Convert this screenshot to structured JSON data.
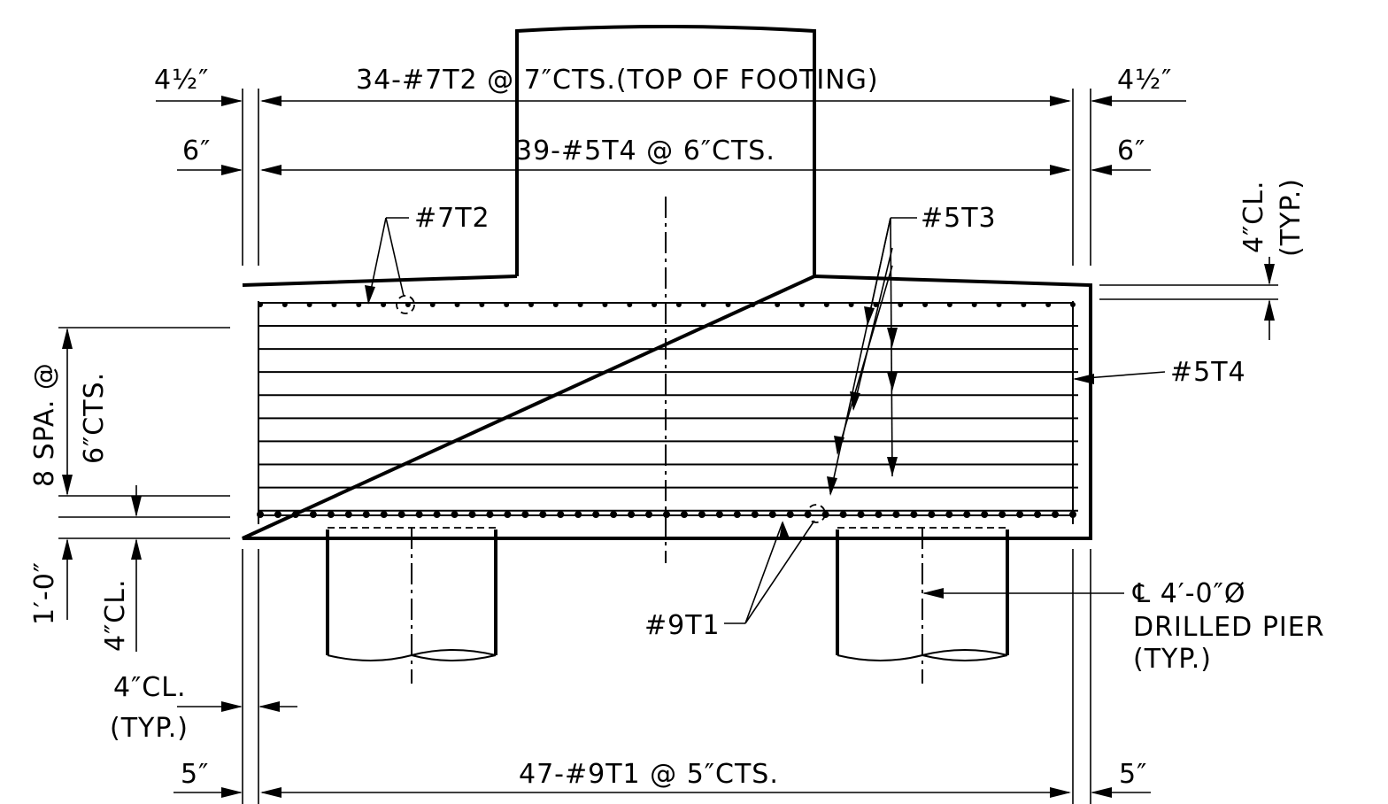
{
  "labels": {
    "top_bars": "34-#7T2 @ 7″CTS.(TOP OF FOOTING)",
    "side_bars": "39-#5T4 @ 6″CTS.",
    "bottom_bars": "47-#9T1 @ 5″CTS.",
    "left_top_dim": "4½″",
    "right_top_dim": "4½″",
    "left_six": "6″",
    "right_six": "6″",
    "left_five": "5″",
    "right_five": "5″",
    "bar_7t2": "#7T2",
    "bar_5t3": "#5T3",
    "bar_5t4": "#5T4",
    "bar_9t1": "#9T1",
    "spa_line1": "8 SPA. @",
    "spa_line2": "6″CTS.",
    "one_foot": "1′-0″",
    "four_cl_vert": "4″CL.",
    "four_cl_left_1": "4″CL.",
    "four_cl_left_2": "(TYP.)",
    "four_cl_right_1": "4″CL.",
    "four_cl_right_2": "(TYP.)",
    "pier_line1": "℄ 4′-0″Ø",
    "pier_line2": "DRILLED PIER",
    "pier_line3": "(TYP.)"
  },
  "counts": {
    "top_bar_dots": 34,
    "bottom_bar_dots": 47,
    "horizontal_bars": 9
  }
}
